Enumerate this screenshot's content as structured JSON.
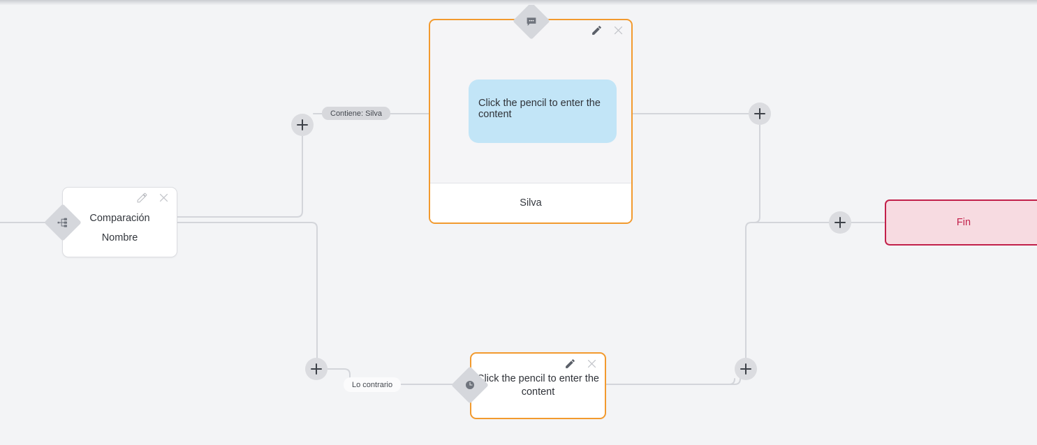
{
  "canvas": {
    "background_color": "#f3f4f6",
    "edge_color": "#d3d5da"
  },
  "nodes": [
    {
      "id": "comparacion",
      "type": "condition",
      "title": "Comparación",
      "subtitle": "Nombre",
      "handle_icon": "branch-icon",
      "border_color": "#dcdde1",
      "background_color": "#ffffff",
      "tools": {
        "edit": "pencil-icon",
        "close": "close-icon"
      }
    },
    {
      "id": "message-silva",
      "type": "message",
      "bubble_text": "Click the pencil to enter the content",
      "footer_text": "Silva",
      "handle_icon": "chat-bubble-icon",
      "border_color": "#f29a2e",
      "bubble_color": "#c2e5f7",
      "tools": {
        "edit": "pencil-icon",
        "close": "close-icon"
      }
    },
    {
      "id": "message-contrario",
      "type": "message",
      "text": "Click the pencil to enter the content",
      "handle_icon": "clock-icon",
      "border_color": "#f29a2e",
      "background_color": "#ffffff",
      "tools": {
        "edit": "pencil-icon",
        "close": "close-icon"
      }
    },
    {
      "id": "fin",
      "type": "end",
      "label": "Fin",
      "border_color": "#c2204a",
      "background_color": "#f7dbe1",
      "text_color": "#c2204a"
    }
  ],
  "edge_labels": [
    {
      "id": "contiene-silva",
      "text": "Contiene: Silva",
      "style": "gray"
    },
    {
      "id": "lo-contrario",
      "text": "Lo contrario",
      "style": "white"
    }
  ],
  "add_buttons": [
    {
      "id": "add-top-left",
      "icon": "plus-icon"
    },
    {
      "id": "add-bottom-left",
      "icon": "plus-icon"
    },
    {
      "id": "add-top-right",
      "icon": "plus-icon"
    },
    {
      "id": "add-bottom-right",
      "icon": "plus-icon"
    },
    {
      "id": "add-before-fin",
      "icon": "plus-icon"
    }
  ]
}
